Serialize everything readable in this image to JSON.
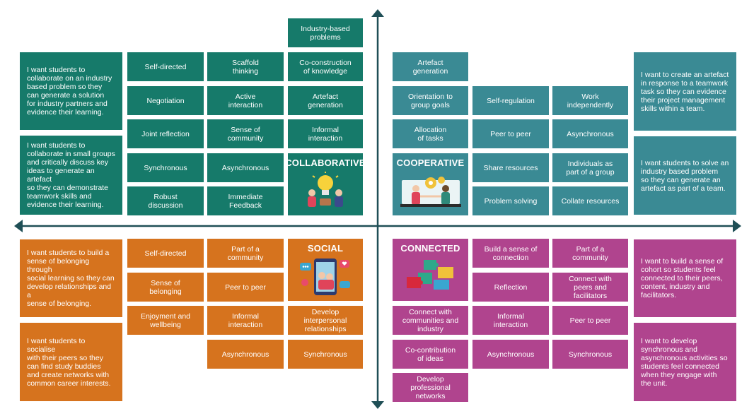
{
  "collaborative": {
    "title": "COLLABORATIVE",
    "goals": [
      "I want students to\ncollaborate on an industry\nbased problem so they\ncan generate a solution\nfor industry partners and\nevidence their learning.",
      "I want students to\ncollaborate in small groups\nand critically discuss key\nideas to generate an artefact\nso they can demonstrate\nteamwork skills and\nevidence their learning."
    ],
    "top": "Industry-based\nproblems",
    "col1": [
      "Self-directed",
      "Negotiation",
      "Joint reflection",
      "Synchronous",
      "Robust\ndiscussion"
    ],
    "col2": [
      "Scaffold\nthinking",
      "Active\ninteraction",
      "Sense of\ncommunity",
      "Asynchronous",
      "Immediate\nFeedback"
    ],
    "col3": [
      "Co-construction\nof knowledge",
      "Artefact\ngeneration",
      "Informal\ninteraction"
    ]
  },
  "cooperative": {
    "title": "COOPERATIVE",
    "goals": [
      "I want to create an artefact\nin response to a teamwork\ntask so they can evidence\ntheir project management\nskills within a team.",
      "I want students to solve an\nindustry based problem\nso they can generate an\nartefact as part of a team."
    ],
    "col1": [
      "Artefact\ngeneration",
      "Orientation to\ngroup goals",
      "Allocation\nof tasks"
    ],
    "col2": [
      "Self-regulation",
      "Peer to peer",
      "Share resources",
      "Problem solving"
    ],
    "col3": [
      "Work\nindependently",
      "Asynchronous",
      "Individuals as\npart of a group",
      "Collate resources"
    ]
  },
  "social": {
    "title": "SOCIAL",
    "goals": [
      "I want students to build a\nsense of belonging through\nsocial learning so they can\ndevelop relationships and a\nsense of belonging.",
      "I want students to socialise\nwith their peers so they\ncan find study buddies\nand create networks with\ncommon career interests."
    ],
    "col1": [
      "Self-directed",
      "Sense of\nbelonging",
      "Enjoyment and\nwellbeing"
    ],
    "col2": [
      "Part of a\ncommunity",
      "Peer to peer",
      "Informal\ninteraction",
      "Asynchronous"
    ],
    "col3": [
      "Develop\ninterpersonal\nrelationships",
      "Synchronous"
    ]
  },
  "connected": {
    "title": "CONNECTED",
    "goals": [
      "I want to build a sense of\ncohort so students feel\nconnected to their peers,\ncontent, industry and\nfacilitators.",
      "I want to develop\nsynchronous and\nasynchronous activities so\nstudents feel connected\nwhen they engage with\nthe unit."
    ],
    "col1": [
      "Connect with\ncommunities and\nindustry",
      "Co-contribution\nof ideas",
      "Develop\nprofessional\nnetworks"
    ],
    "col2": [
      "Build a sense of\nconnection",
      "Reflection",
      "Informal\ninteraction",
      "Asynchronous"
    ],
    "col3": [
      "Part of a\ncommunity",
      "Connect with\npeers and\nfacilitators",
      "Peer to peer",
      "Synchronous"
    ]
  },
  "colors": {
    "collaborative": "#167a6a",
    "cooperative": "#3a8a94",
    "social": "#d6731e",
    "connected": "#b0448e",
    "axis": "#1f4f56"
  },
  "icons": [
    "lightbulb-team-icon",
    "handshake-gears-icon",
    "phone-selfie-icon",
    "puzzle-pieces-icon"
  ]
}
